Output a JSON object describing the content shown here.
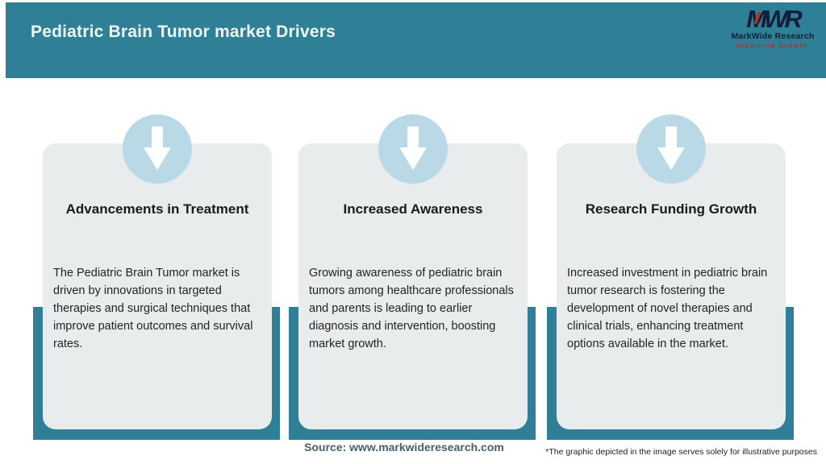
{
  "header": {
    "title": "Pediatric Brain Tumor market Drivers",
    "logo": {
      "monogram": "MWR",
      "name": "MarkWide Research",
      "tagline": "Inspiring Growth"
    }
  },
  "cards": [
    {
      "icon": "down-arrow",
      "title": "Advancements in Treatment",
      "body": "The Pediatric Brain Tumor market is driven by innovations in targeted therapies and surgical techniques that improve patient outcomes and survival rates."
    },
    {
      "icon": "down-arrow",
      "title": "Increased Awareness",
      "body": "Growing awareness of pediatric brain tumors among healthcare professionals and parents is leading to earlier diagnosis and intervention, boosting market growth."
    },
    {
      "icon": "down-arrow",
      "title": "Research Funding Growth",
      "body": "Increased investment in pediatric brain tumor research is fostering the development of novel therapies and clinical trials, enhancing treatment options available in the market."
    }
  ],
  "footer": {
    "source": "Source: www.markwideresearch.com",
    "disclaimer": "*The graphic depicted in the image serves solely for illustrative purposes"
  },
  "colors": {
    "teal": "#2f8096",
    "card_bg": "#e8eced",
    "circle_blue": "#b9d9e7",
    "logo_navy": "#141e38",
    "logo_red": "#a8322a",
    "source_text": "#46606c"
  }
}
